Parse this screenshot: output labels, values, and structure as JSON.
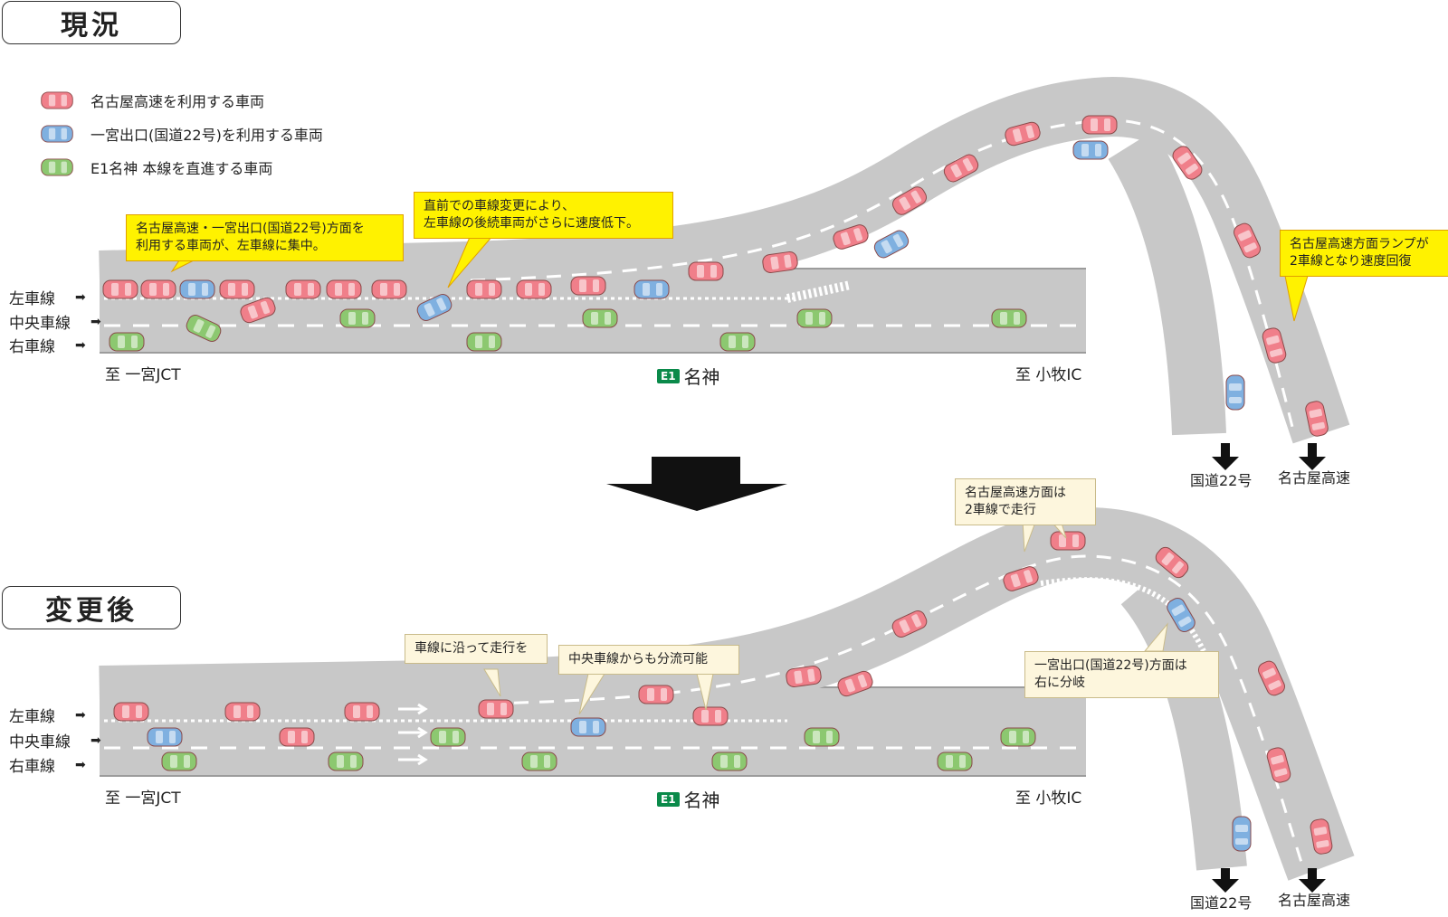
{
  "sections": {
    "current_title": "現況",
    "after_title": "変更後"
  },
  "legend": [
    {
      "label": "名古屋高速を利用する車両",
      "color": "#f07f8a"
    },
    {
      "label": "一宮出口(国道22号)を利用する車両",
      "color": "#7fb0e0"
    },
    {
      "label": "E1名神 本線を直進する車両",
      "color": "#8cc870"
    }
  ],
  "lanes": [
    "左車線",
    "中央車線",
    "右車線"
  ],
  "road": {
    "origin": "至 一宮JCT",
    "badge": "E1",
    "name": "名神",
    "destination": "至 小牧IC"
  },
  "destinations": {
    "route22": "国道22号",
    "nagoya": "名古屋高速"
  },
  "callouts_current": [
    "名古屋高速・一宮出口(国道22号)方面を\n利用する車両が、左車線に集中。",
    "直前での車線変更により、\n左車線の後続車両がさらに速度低下。",
    "名古屋高速方面ランプが\n2車線となり速度回復"
  ],
  "callouts_after": [
    "名古屋高速方面は\n2車線で走行",
    "車線に沿って走行を",
    "中央車線からも分流可能",
    "一宮出口(国道22号)方面は\n右に分岐"
  ],
  "colors": {
    "road": "#c8c8c8",
    "road_edge": "#b0b0b0",
    "red_car": "#f07f8a",
    "blue_car": "#7fb0e0",
    "green_car": "#8cc870",
    "yellow_callout": "#fff200",
    "beige_callout": "#fdf6dd"
  },
  "icons": [
    "car-icon",
    "arrow-right-icon",
    "arrow-down-icon",
    "big-down-arrow-icon"
  ]
}
